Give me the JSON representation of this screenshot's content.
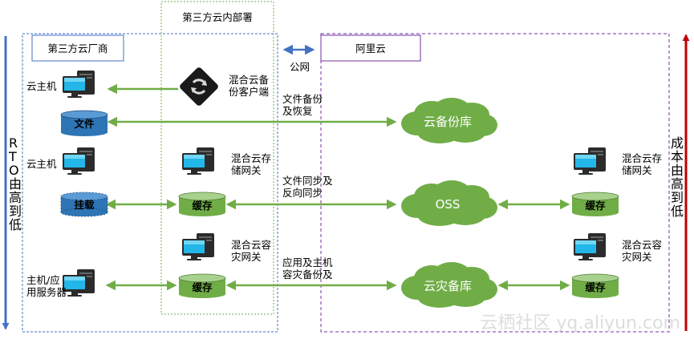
{
  "regions": {
    "third_party_vendor": "第三方云厂商",
    "third_party_onprem": "第三方云内部署",
    "aliyun": "阿里云"
  },
  "public_network": "公网",
  "left_axis": {
    "label": "RTO由高到低",
    "color": "#4472c4"
  },
  "right_axis": {
    "label": "成本由高到低",
    "color": "#c00000"
  },
  "rows": [
    {
      "host_label": "云主机",
      "storage_label": "文件",
      "gateway_label": "混合云备份客户端",
      "link_label": "文件备份及恢复",
      "cloud_label": "云备份库"
    },
    {
      "host_label": "云主机",
      "storage_label": "挂载",
      "gateway_label": "混合云存储网关",
      "gateway_cache": "缓存",
      "link_label": "文件同步及反向同步",
      "cloud_label": "OSS",
      "remote_gateway_label": "混合云存储网关",
      "remote_cache": "缓存"
    },
    {
      "host_label": "主机/应用服务器",
      "gateway_label": "混合云容灾网关",
      "gateway_cache": "缓存",
      "link_label": "应用及主机容灾备份及",
      "cloud_label": "云灾备库",
      "remote_gateway_label": "混合云容灾网关",
      "remote_cache": "缓存"
    }
  ],
  "watermark": "云栖社区 yq.aliyun.com",
  "colors": {
    "arrow_green": "#70ad47",
    "cache_green": "#70ad47",
    "cloud_green": "#70ad47",
    "blue_cylinder": "#2e75b6",
    "vendor_border": "#4472c4",
    "onprem_border": "#70ad47",
    "aliyun_border": "#7030a0"
  }
}
